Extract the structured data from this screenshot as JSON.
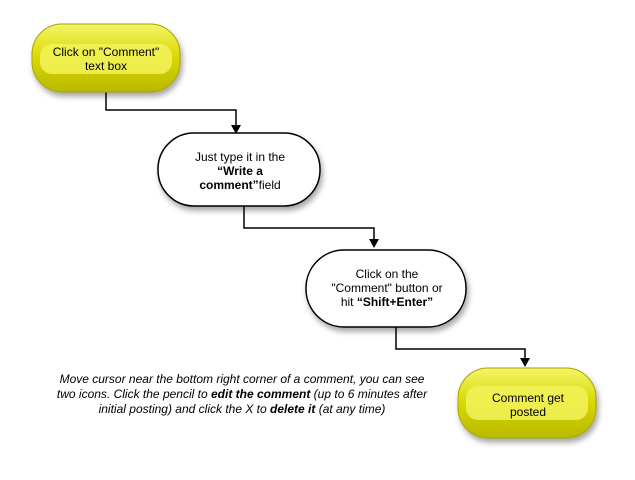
{
  "colors": {
    "yellow_fill": "#cccc00",
    "yellow_highlight": "#f0f050",
    "white_fill": "#ffffff",
    "line": "#000000"
  },
  "nodes": [
    {
      "id": "n1",
      "style": "yellow",
      "parts": [
        {
          "text": "Click on \"Comment\"",
          "bold": false
        },
        {
          "text": " text box",
          "bold": false
        }
      ]
    },
    {
      "id": "n2",
      "style": "white",
      "parts": [
        {
          "text": "Just type it in the ",
          "bold": false
        },
        {
          "text": "“Write a comment”",
          "bold": true
        },
        {
          "text": "field",
          "bold": false
        }
      ]
    },
    {
      "id": "n3",
      "style": "white",
      "parts": [
        {
          "text": "Click on the \"Comment\" button or hit ",
          "bold": false
        },
        {
          "text": "“Shift+Enter”",
          "bold": true
        }
      ]
    },
    {
      "id": "n4",
      "style": "yellow",
      "parts": [
        {
          "text": "Comment get posted",
          "bold": false
        }
      ]
    }
  ],
  "note": {
    "t1": "Move cursor near the bottom right corner of a comment, you can see two icons. Click the pencil to ",
    "b1": "edit the comment",
    "t2": " (up to 6 minutes after initial posting) and click the X to ",
    "b2": "delete it",
    "t3": " (at any time)"
  }
}
